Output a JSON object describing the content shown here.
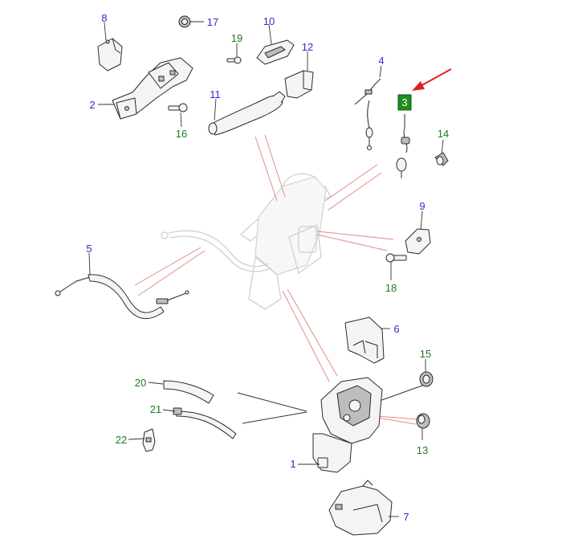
{
  "diagram": {
    "colors": {
      "label_blue": "#2d2dcc",
      "label_green": "#1f7a1f",
      "highlight_box": "#1f8c1f",
      "arrow_red": "#e02020",
      "leader_red": "#e88888",
      "outline": "#2a2a2a",
      "ghost_outline": "#d2d2d2"
    },
    "callouts": {
      "c1": "1",
      "c2": "2",
      "c3": "3",
      "c4": "4",
      "c5": "5",
      "c6": "6",
      "c7": "7",
      "c8": "8",
      "c9": "9",
      "c10": "10",
      "c11": "11",
      "c12": "12",
      "c13": "13",
      "c14": "14",
      "c15": "15",
      "c16": "16",
      "c17": "17",
      "c18": "18",
      "c19": "19",
      "c20": "20",
      "c21": "21",
      "c22": "22"
    },
    "highlighted_part": "3"
  }
}
